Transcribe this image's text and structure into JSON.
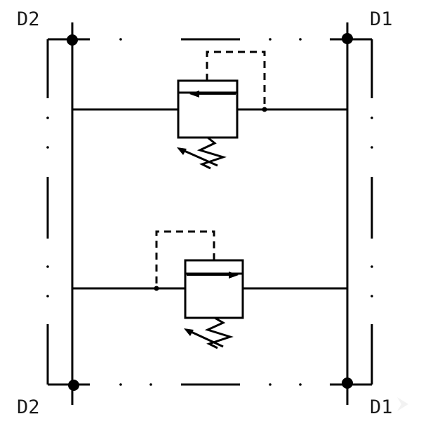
{
  "ports": {
    "top_left": "D2",
    "top_right": "D1",
    "bottom_left": "D2",
    "bottom_right": "D1"
  },
  "colors": {
    "line": "#000000",
    "label": "#1a1a1a",
    "background": "#ffffff"
  },
  "icons": {
    "relief_valve": "pressure-relief-valve-icon",
    "spring": "adjustable-spring-icon",
    "watermark": "chevron-logo-icon"
  }
}
